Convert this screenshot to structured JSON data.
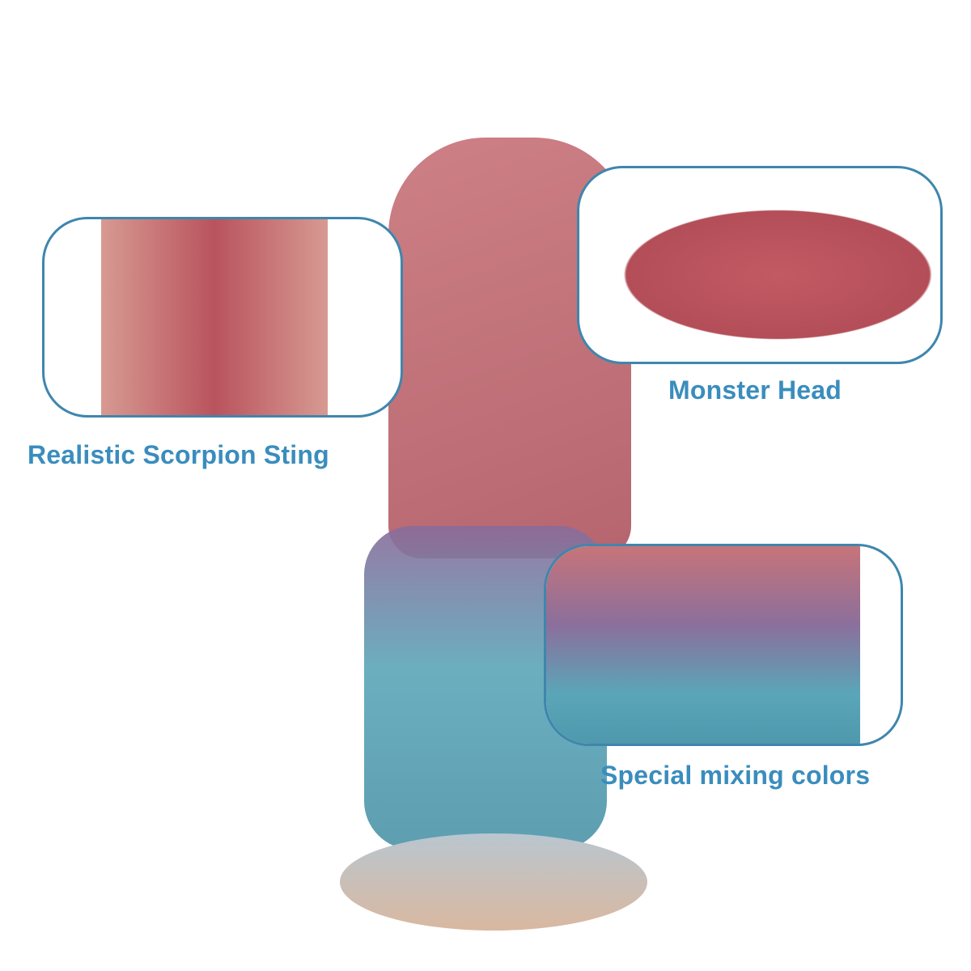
{
  "colors": {
    "label_text": "#3a8dbd",
    "box_border": "#3f86ad",
    "background": "#ffffff",
    "product_red": "#b5545c",
    "product_blue": "#5aa6b8",
    "product_base": "#d9b8a0"
  },
  "callouts": [
    {
      "id": "sting",
      "label": "Realistic Scorpion Sting"
    },
    {
      "id": "head",
      "label": "Monster Head"
    },
    {
      "id": "colors",
      "label": "Special mixing colors"
    }
  ]
}
